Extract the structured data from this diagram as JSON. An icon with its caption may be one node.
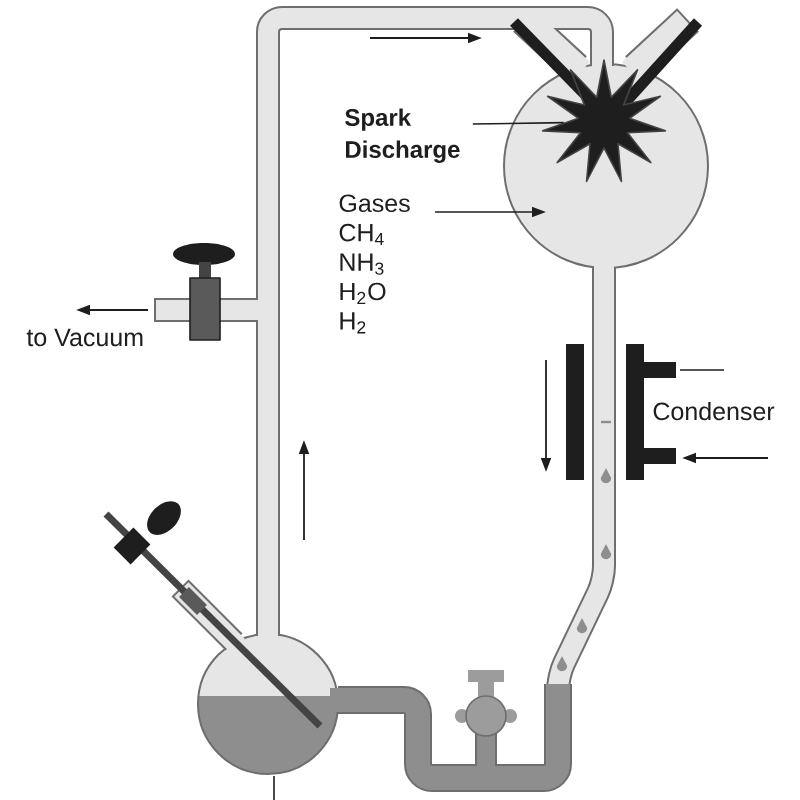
{
  "diagram": {
    "nodes": [
      {
        "text": [],
        "shape": "circle"
      },
      {
        "text": [],
        "shape": "star",
        "in": 0
      },
      {
        "text": [
          "Spark Discharge"
        ]
      },
      {
        "text": [
          "Gases",
          "CH$_{4}$",
          "NH$_{3}$",
          "H$_{2}$O",
          "H$_{2}$"
        ]
      }
    ],
    "edges": [
      {
        "from": 2,
        "to": 1,
        "arrow": "none"
      },
      {
        "from": 3,
        "to": 0,
        "arrow": "to"
      }
    ],
    "labels": [
      "to Vacuum",
      "Condenser"
    ]
  }
}
